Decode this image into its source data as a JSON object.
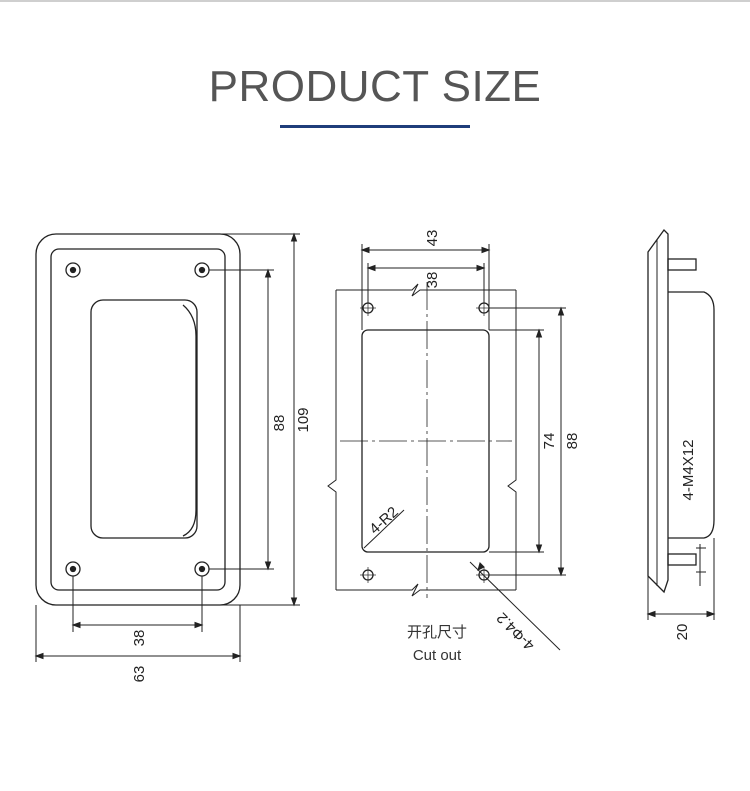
{
  "header": {
    "title": "PRODUCT SIZE",
    "accent_color": "#1f3d7a"
  },
  "front_view": {
    "width": "63",
    "height": "109",
    "hole_spacing_horizontal": "38",
    "hole_spacing_vertical": "88"
  },
  "cutout_view": {
    "width": "43",
    "hole_spacing_horizontal": "38",
    "hole_spacing_vertical": "88",
    "opening_height": "74",
    "corner_radius": "4-R2",
    "hole_diameter": "4-Φ4.2",
    "caption_cn": "开孔尺寸",
    "caption_en": "Cut out"
  },
  "side_view": {
    "thread": "4-M4X12",
    "depth": "20"
  }
}
